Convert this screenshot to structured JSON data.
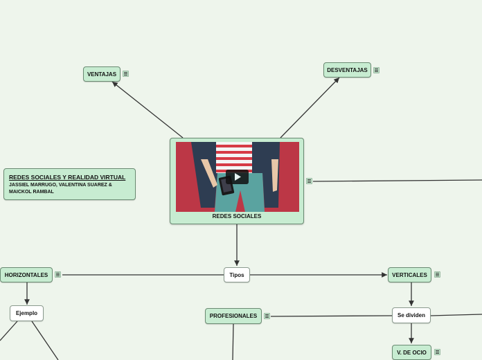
{
  "central": {
    "label": "REDES SOCIALES"
  },
  "title_box": {
    "title": "REDES SOCIALES Y REALIDAD VIRTUAL ",
    "authors": "JASSIEL MARRUGO, VALENTINA SUAREZ & MAICKOL RAMBAL"
  },
  "nodes": {
    "ventajas": "VENTAJAS",
    "desventajas": "DESVENTAJAS",
    "tipos": "Tipos",
    "horizontales": "HORIZONTALES",
    "verticales": "VERTICALES",
    "ejemplo": "Ejemplo",
    "se_dividen": "Se dividen",
    "profesionales": "PROFESIONALES",
    "v_de_ocio": "V. DE OCIO"
  },
  "colors": {
    "node_fill": "#c7ecd1",
    "white_node_fill": "#ffffff",
    "line": "#333333",
    "background": "#eef5ec",
    "video_red": "#c23b4a"
  },
  "icons": [
    "note-icon",
    "play-icon"
  ]
}
